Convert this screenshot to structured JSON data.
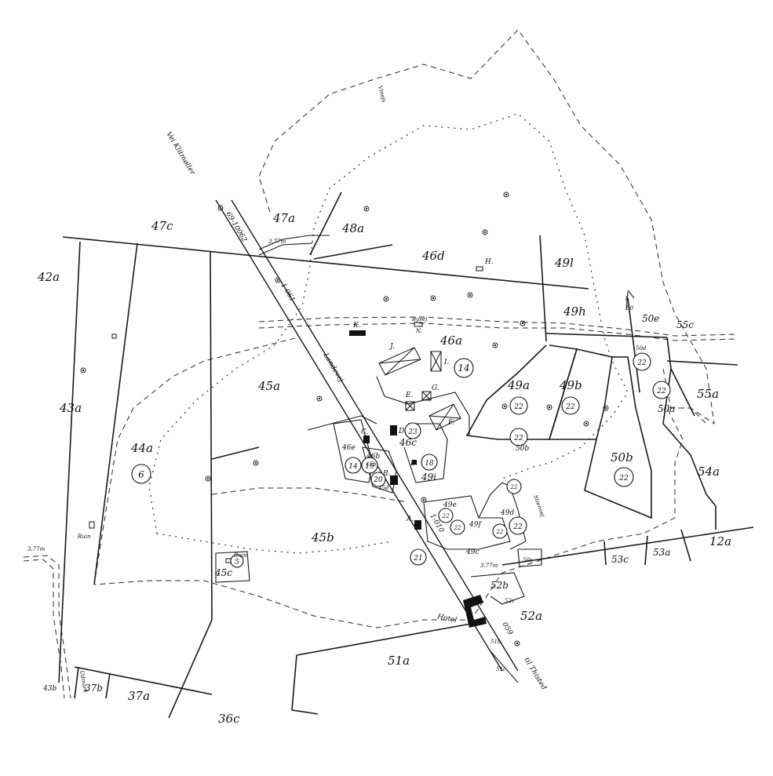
{
  "map": {
    "parcels": [
      {
        "id": "p-47c",
        "label": "47c"
      },
      {
        "id": "p-47a",
        "label": "47a"
      },
      {
        "id": "p-48a",
        "label": "48a"
      },
      {
        "id": "p-42a",
        "label": "42a"
      },
      {
        "id": "p-46d",
        "label": "46d"
      },
      {
        "id": "p-49l",
        "label": "49l"
      },
      {
        "id": "p-49h",
        "label": "49h"
      },
      {
        "id": "p-50e",
        "label": "50e"
      },
      {
        "id": "p-55c",
        "label": "55c"
      },
      {
        "id": "p-46a",
        "label": "46a"
      },
      {
        "id": "p-43a",
        "label": "43a"
      },
      {
        "id": "p-45a",
        "label": "45a"
      },
      {
        "id": "p-49a",
        "label": "49a"
      },
      {
        "id": "p-49b",
        "label": "49b"
      },
      {
        "id": "p-55a",
        "label": "55a"
      },
      {
        "id": "p-50a",
        "label": "50a"
      },
      {
        "id": "p-44a",
        "label": "44a"
      },
      {
        "id": "p-46c",
        "label": "46c"
      },
      {
        "id": "p-46e",
        "label": "46e"
      },
      {
        "id": "p-46b",
        "label": "46b"
      },
      {
        "id": "p-49i",
        "label": "49i"
      },
      {
        "id": "p-50b",
        "label": "50b"
      },
      {
        "id": "p-50b-small",
        "label": "50b"
      },
      {
        "id": "p-54a",
        "label": "54a"
      },
      {
        "id": "p-49e",
        "label": "49e"
      },
      {
        "id": "p-49d",
        "label": "49d"
      },
      {
        "id": "p-49f",
        "label": "49f"
      },
      {
        "id": "p-49c",
        "label": "49c"
      },
      {
        "id": "p-45b",
        "label": "45b"
      },
      {
        "id": "p-45c",
        "label": "45c"
      },
      {
        "id": "p-53c",
        "label": "53c"
      },
      {
        "id": "p-53a",
        "label": "53a"
      },
      {
        "id": "p-12a",
        "label": "12a"
      },
      {
        "id": "p-52b",
        "label": "52b"
      },
      {
        "id": "p-52a",
        "label": "52a"
      },
      {
        "id": "p-51a",
        "label": "51a"
      },
      {
        "id": "p-43b",
        "label": "43b"
      },
      {
        "id": "p-37b",
        "label": "37b"
      },
      {
        "id": "p-37a",
        "label": "37a"
      },
      {
        "id": "p-36c",
        "label": "36c"
      }
    ],
    "circled_numbers": [
      "14",
      "22",
      "22",
      "22",
      "22",
      "22",
      "22",
      "22",
      "6",
      "23",
      "18",
      "14",
      "19",
      "20",
      "22",
      "22",
      "22",
      "22",
      "21",
      "5"
    ],
    "building_letters": [
      "K.",
      "H.",
      "N.",
      "J.",
      "I.",
      "E.",
      "G.",
      "F.",
      "C.",
      "D.",
      "L.",
      "B.",
      "A."
    ],
    "road_labels": {
      "to_north": "Vei Klitmøller",
      "to_south": "til Thisted",
      "main_road": "Landevej",
      "survey_top": "69-10062",
      "survey_mid": "1-061",
      "survey_low": "1-010",
      "survey_bottom": "059"
    },
    "measurements": {
      "width_top": "3.77m",
      "width_left": "3.77m",
      "width_right": "3.77m"
    },
    "misc_labels": {
      "hotel": "Hotel",
      "ruin_left": "Ruin",
      "ruin_small": "Ruin",
      "bygvej": "Byvej",
      "vinejs": "Vinejs",
      "stienvej": "Stienvej",
      "udmark": "Udmark",
      "small_45b": "45b",
      "small_45d": "45d",
      "small_50c": "50c",
      "small_50f": "f",
      "small_50d": "50",
      "small_52c": "52c",
      "small_51b": "51b",
      "small_51c": "51c",
      "small_50d2": "50d"
    }
  }
}
